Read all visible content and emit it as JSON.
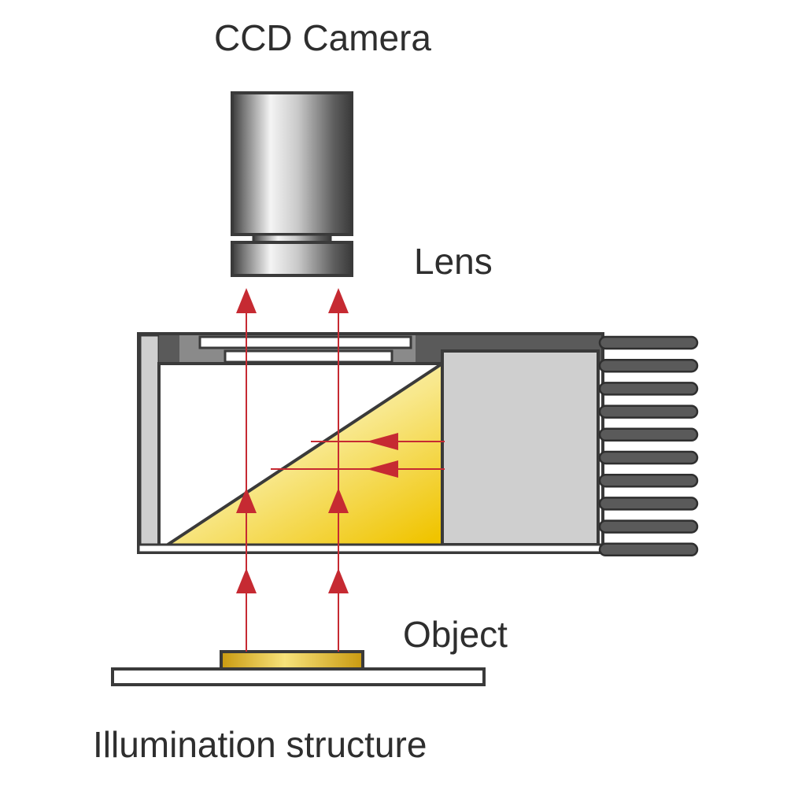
{
  "labels": {
    "camera": "CCD Camera",
    "lens": "Lens",
    "object": "Object",
    "illumination": "Illumination structure"
  },
  "colors": {
    "outline": "#3a3a3a",
    "ray": "#c62a32",
    "prism_light": "#fbf6cc",
    "prism_dark": "#f0c400",
    "housing_gray": "#cfcfcf",
    "fin_gray": "#5a5a5a",
    "object_gold": "#e6b420",
    "background": "#ffffff"
  }
}
